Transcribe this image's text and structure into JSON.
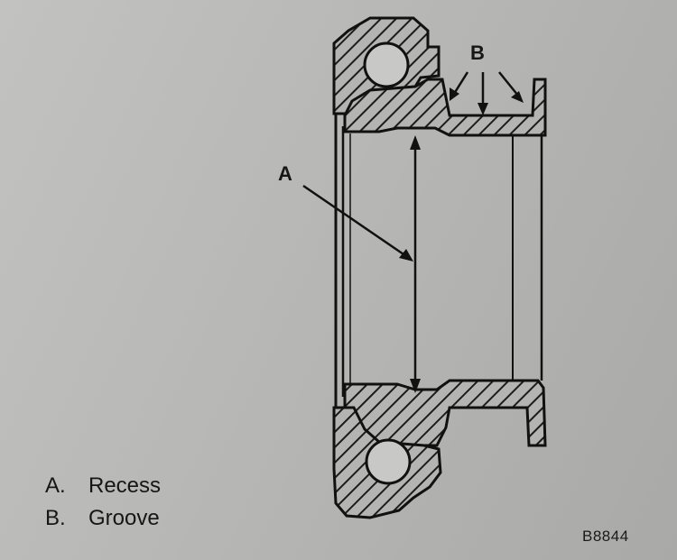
{
  "figure": {
    "id": "B8844",
    "callouts": {
      "a": "A",
      "b": "B"
    },
    "legend": [
      {
        "key": "A.",
        "label": "Recess"
      },
      {
        "key": "B.",
        "label": "Groove"
      }
    ]
  },
  "colors": {
    "paper": "#b9b9b7",
    "ink": "#161616"
  }
}
